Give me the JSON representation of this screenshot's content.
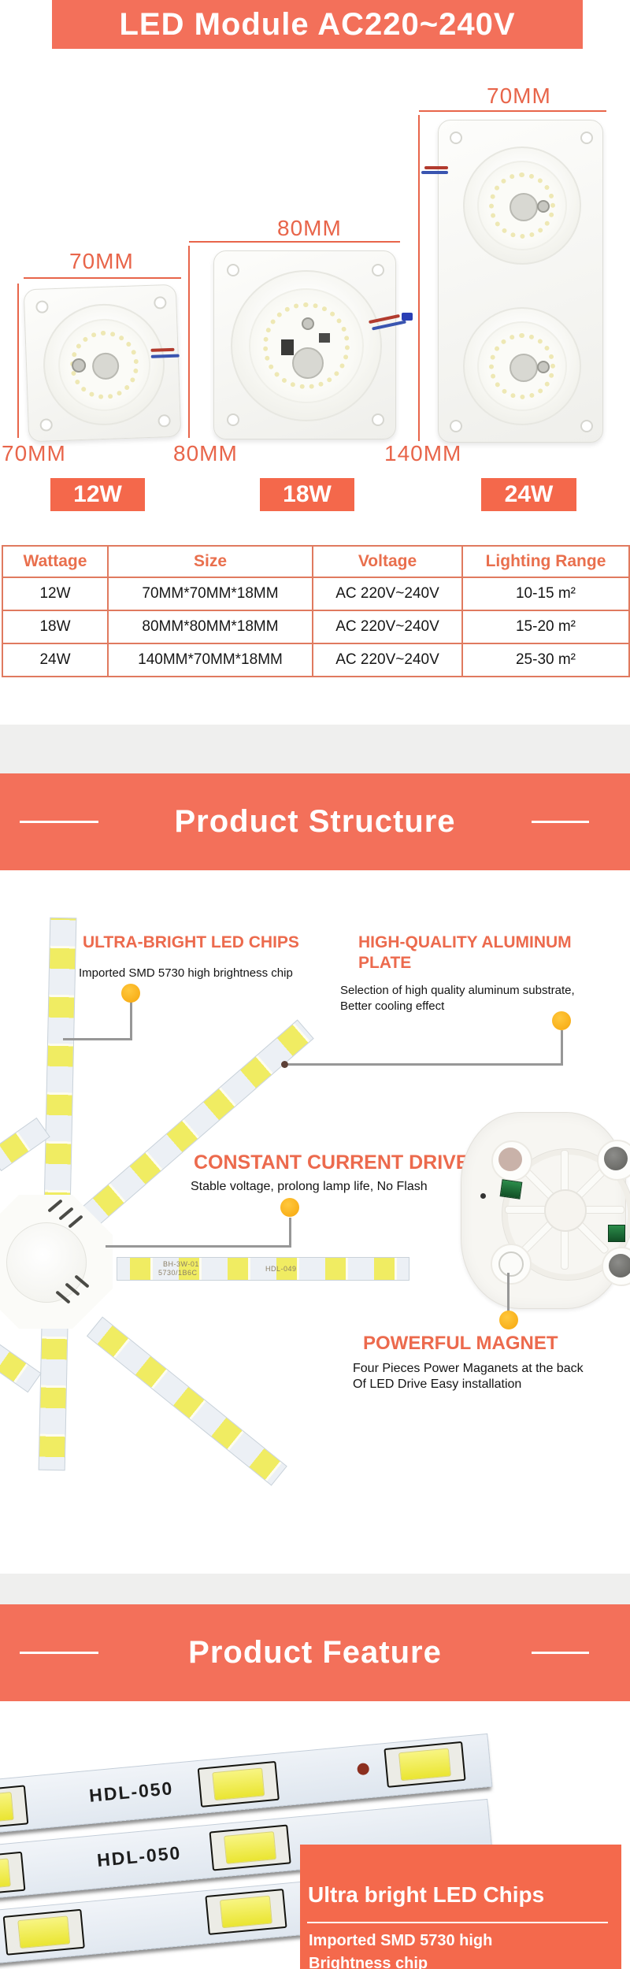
{
  "colors": {
    "accent": "#F3705A",
    "badge": "#F4684B",
    "table_border": "#E07A5F",
    "callout_heading": "#EC6A4D",
    "dim_label": "#E8654A",
    "dot": "#F6A60C",
    "feature_box": "#F4694C"
  },
  "header": {
    "title": "LED Module AC220~240V"
  },
  "products": {
    "p12": {
      "top_dim": "70MM",
      "side_dim": "70MM",
      "badge": "12W"
    },
    "p18": {
      "top_dim": "80MM",
      "side_dim": "80MM",
      "badge": "18W"
    },
    "p24": {
      "top_dim": "70MM",
      "side_dim": "140MM",
      "badge": "24W"
    }
  },
  "spec_table": {
    "headers": [
      "Wattage",
      "Size",
      "Voltage",
      "Lighting Range"
    ],
    "rows": [
      [
        "12W",
        "70MM*70MM*18MM",
        "AC 220V~240V",
        "10-15 m²"
      ],
      [
        "18W",
        "80MM*80MM*18MM",
        "AC 220V~240V",
        "15-20 m²"
      ],
      [
        "24W",
        "140MM*70MM*18MM",
        "AC 220V~240V",
        "25-30 m²"
      ]
    ]
  },
  "structure": {
    "banner": "Product Structure",
    "callout_led_chips": {
      "title": "ULTRA-BRIGHT LED CHIPS",
      "line1": "Imported SMD 5730 high brightness chip"
    },
    "callout_aluminum": {
      "title": "HIGH-QUALITY ALUMINUM PLATE",
      "line1": "Selection of high quality aluminum substrate,",
      "line2": "Better cooling effect"
    },
    "callout_driver": {
      "title": "CONSTANT CURRENT DRIVE",
      "line1": "Stable voltage, prolong lamp life, No Flash"
    },
    "callout_magnet": {
      "title": "POWERFUL MAGNET",
      "line1": "Four Pieces Power Maganets at the back",
      "line2": "Of LED Drive Easy installation"
    },
    "pcb": {
      "code1": "BH-3W-01",
      "code2": "5730/1B6C",
      "model": "HDL-049"
    }
  },
  "feature": {
    "banner": "Product Feature",
    "strip_model": "HDL-050",
    "box": {
      "title": "Ultra bright LED Chips",
      "line1": "Imported SMD 5730 high",
      "line2": "Brightness chip"
    }
  }
}
